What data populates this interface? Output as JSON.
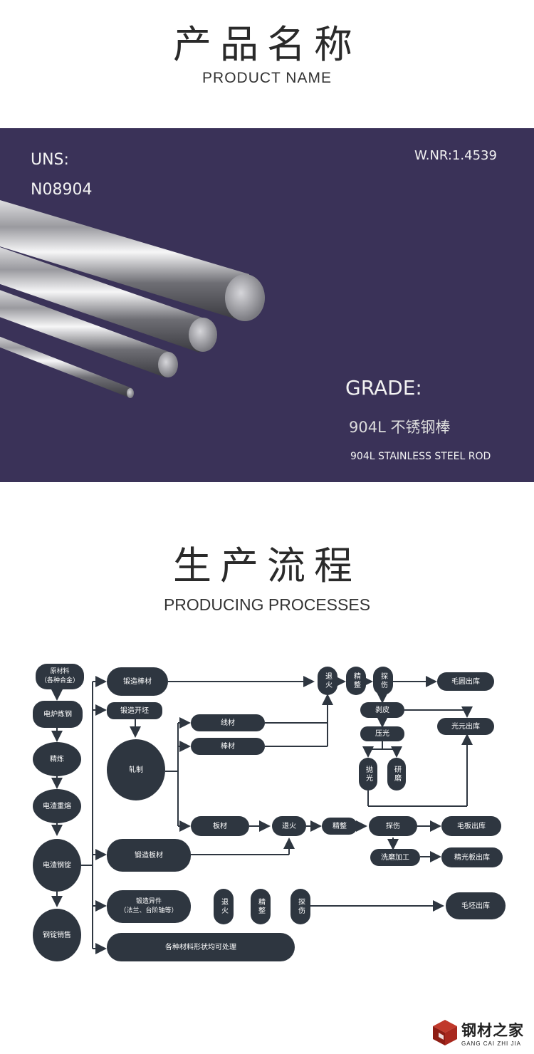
{
  "header": {
    "title_cn": "产品名称",
    "title_en": "PRODUCT NAME"
  },
  "banner": {
    "uns_label": "UNS:",
    "uns_value": "N08904",
    "wnr": "W.NR:1.4539",
    "grade_label": "GRADE:",
    "grade_cn": "904L 不锈钢棒",
    "grade_en": "904L STAINLESS STEEL ROD",
    "colors": {
      "background": "#3a3258"
    }
  },
  "process": {
    "title_cn": "生产流程",
    "title_en": "PRODUCING PROCESSES"
  },
  "flow": {
    "raw": "原材料\n（各种合金）",
    "furnace": "电炉炼钢",
    "refine": "精炼",
    "esr": "电渣重熔",
    "ingot": "电渣钢锭",
    "ingot_sale": "钢锭销售",
    "forge_bar": "锻造棒材",
    "forge_billet": "锻造开坯",
    "rolling": "轧制",
    "wire": "线材",
    "bar": "棒材",
    "plate": "板材",
    "forge_plate": "锻造板材",
    "forge_special": "锻造异件\n（法兰、台阶轴等）",
    "any_shape": "各种材料形状均可处理",
    "anneal": "退火",
    "finish": "精整",
    "inspect": "探伤",
    "rough_round_out": "毛圆出库",
    "peel": "剥皮",
    "press_light": "压光",
    "bright_round_out": "光元出库",
    "polish": "抛光",
    "grind": "研磨",
    "plate_anneal": "退火",
    "plate_finish": "精整",
    "plate_inspect": "探伤",
    "rough_plate_out": "毛板出库",
    "wash_process": "洗磨加工",
    "fine_plate_out": "精光板出库",
    "sp_anneal": "退火",
    "sp_finish": "精整",
    "sp_inspect": "探伤",
    "rough_blank_out": "毛坯出库"
  },
  "logo": {
    "name_cn": "钢材之家",
    "name_en": "GANG CAI ZHI JIA"
  }
}
